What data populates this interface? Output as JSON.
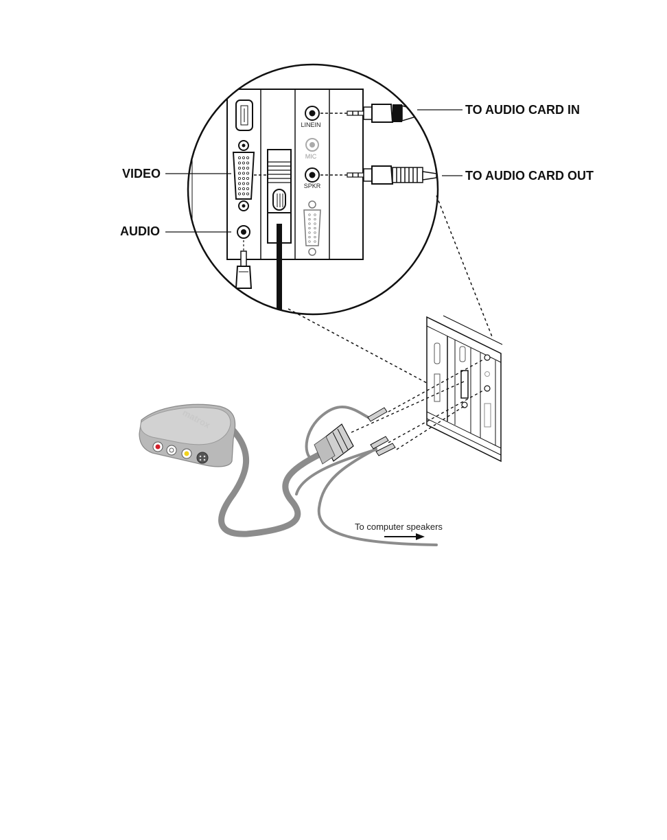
{
  "callouts": {
    "audio_card_in": "TO AUDIO CARD IN",
    "audio_card_out": "TO AUDIO CARD OUT",
    "video": "VIDEO",
    "audio": "AUDIO"
  },
  "ports": {
    "line_in": "LINEIN",
    "mic": "MIC",
    "spkr": "SPKR"
  },
  "speakers_note": "To computer speakers",
  "device_brand": "matrox",
  "colors": {
    "line": "#111111",
    "cable": "#8c8c8c",
    "device_body": "#b9b9b9",
    "device_top": "#d2d2d2",
    "red_jack": "#d21f2a",
    "yellow_jack": "#f2d21b"
  }
}
